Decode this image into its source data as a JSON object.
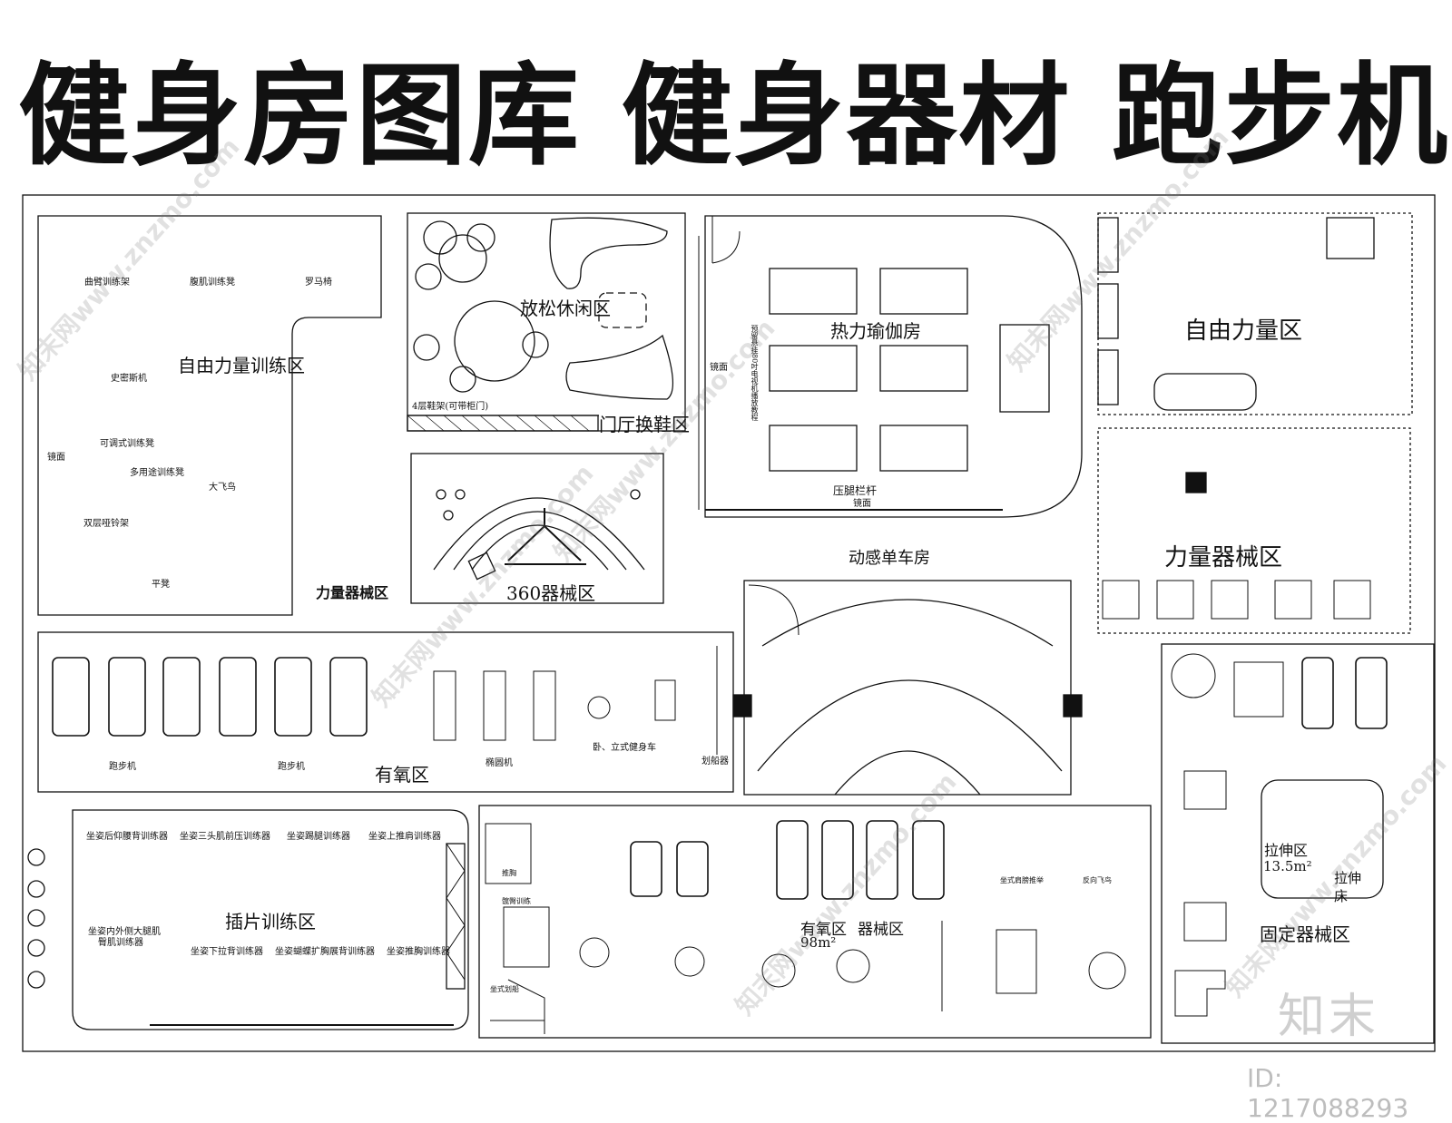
{
  "title": "健身房图库 健身器材 跑步机",
  "labels": {
    "curl_rack": "曲臂训练架",
    "ab_bench": "腹肌训练凳",
    "roman_chair": "罗马椅",
    "free_weight_training_zone": "自由力量训练区",
    "smith_machine": "史密斯机",
    "adjustable_bench": "可调式训练凳",
    "mirror": "镜面",
    "multi_bench": "多用途训练凳",
    "crossover": "大飞鸟",
    "double_dumbbell_rack": "双层哑铃架",
    "flat_bench": "平凳",
    "strength_zone_small": "力量器械区",
    "lounge_zone": "放松休闲区",
    "shoe_rack": "4层鞋架(可带柜门)",
    "lobby_shoe_zone": "门厅换鞋区",
    "zone_360": "360器械区",
    "hot_yoga": "热力瑜伽房",
    "mirror_side": "镜面",
    "tv_note": "预留悬挂80吋电视机播放教程",
    "leg_press_bar": "压腿栏杆",
    "mirror_bottom": "镜面",
    "spin_room": "动感单车房",
    "free_strength_zone": "自由力量区",
    "strength_equipment_zone": "力量器械区",
    "treadmill_1": "跑步机",
    "treadmill_2": "跑步机",
    "cardio_zone": "有氧区",
    "elliptical": "椭圆机",
    "bikes": "卧、立式健身车",
    "rower": "划船器",
    "plate_zone": "插片训练区",
    "seated_back_ext": "坐姿后仰腰背训练器",
    "seated_triceps": "坐姿三头肌前压训练器",
    "seated_leg_kick": "坐姿踢腿训练器",
    "seated_shoulder": "坐姿上推肩训练器",
    "seated_adductor_1": "坐姿内外侧大腿肌",
    "seated_adductor_2": "臀肌训练器",
    "seated_pulldown": "坐姿下拉背训练器",
    "seated_fly": "坐姿蝴蝶扩胸展背训练器",
    "seated_chest": "坐姿推胸训练器",
    "chest_press": "推胸",
    "glute_train": "髋臀训练",
    "seated_row": "坐式划船",
    "cardio_equip_zone": "有氧区",
    "equip_zone": "器械区",
    "area_98": "98m²",
    "seated_shoulder_press": "坐式肩膀推举",
    "reverse_fly": "反向飞鸟",
    "stretch_zone": "拉伸区",
    "stretch_area": "13.5m²",
    "stretch_bed_1": "拉伸",
    "stretch_bed_2": "床",
    "fixed_equip_zone": "固定器械区"
  },
  "watermark": "知末网www.znzmo.com",
  "brand": "知末",
  "image_id": "ID: 1217088293"
}
